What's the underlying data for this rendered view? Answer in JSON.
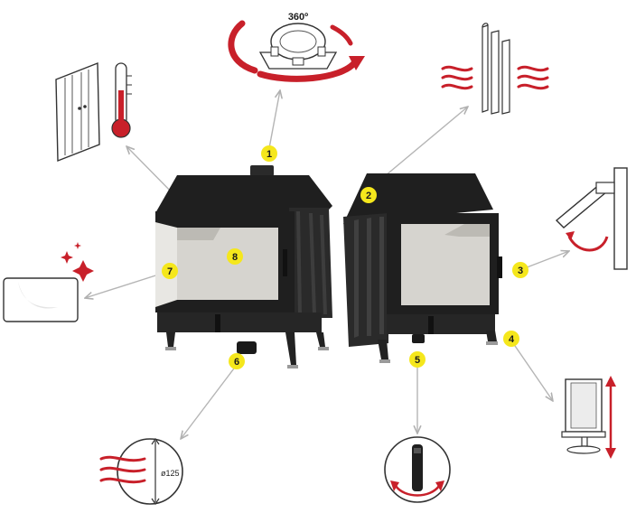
{
  "callouts": [
    {
      "number": "1",
      "feature": "rotating-collar"
    },
    {
      "number": "2",
      "feature": "convection-ribs"
    },
    {
      "number": "3",
      "feature": "door-handle-hinge"
    },
    {
      "number": "4",
      "feature": "adjustable-feet"
    },
    {
      "number": "5",
      "feature": "air-control-handle"
    },
    {
      "number": "6",
      "feature": "external-air-intake"
    },
    {
      "number": "7",
      "feature": "clean-glass"
    },
    {
      "number": "8",
      "feature": "warm-door"
    }
  ],
  "labels": {
    "rotation": "360º",
    "duct_diameter": "ø125"
  },
  "colors": {
    "accent_red": "#c8202a",
    "badge_yellow": "#f5e71c",
    "stove_black": "#1f1f1f",
    "chamber": "#d6d4cf",
    "leader_gray": "#b5b5b5"
  }
}
